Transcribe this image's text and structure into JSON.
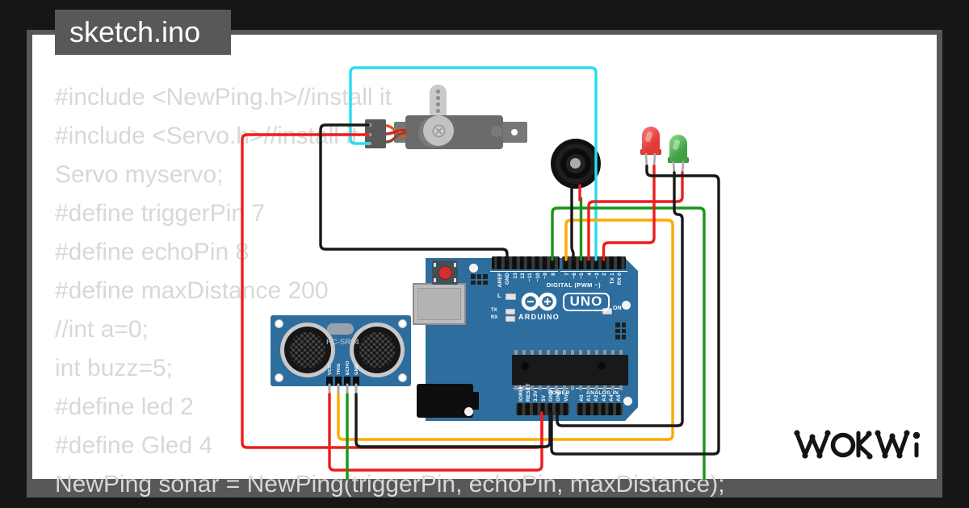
{
  "window": {
    "title": "sketch.ino"
  },
  "code": {
    "lines": [
      "#include <NewPing.h>//install it",
      "#include <Servo.h>//install it",
      "Servo myservo;",
      "#define triggerPin 7",
      "#define echoPin 8",
      "#define maxDistance 200",
      "//int a=0;",
      "int buzz=5;",
      "#define led 2",
      "#define Gled 4",
      "NewPing sonar = NewPing(triggerPin, echoPin, maxDistance);"
    ]
  },
  "board": {
    "brand": "ARDUINO",
    "model": "UNO",
    "digital_label": "DIGITAL (PWM ~)",
    "power_label": "POWER",
    "analog_label": "ANALOG IN",
    "on_label": "ON",
    "l_label": "L",
    "tx_label": "TX",
    "rx_label": "RX",
    "digital_pins_a": [
      "AREF",
      "GND",
      "13",
      "12",
      "~11",
      "~10",
      "~9",
      "8"
    ],
    "digital_pins_b": [
      "7",
      "~6",
      "~5",
      "4",
      "~3",
      "2",
      "TX 1",
      "RX 0"
    ],
    "power_pins": [
      "IOREF",
      "RESET",
      "3.3V",
      "5V",
      "GND",
      "GND",
      "Vin"
    ],
    "analog_pins": [
      "A0",
      "A1",
      "A2",
      "A3",
      "A4",
      "A5"
    ]
  },
  "sensor": {
    "label": "HC-SR04",
    "pins": [
      "VCC",
      "TRIG",
      "ECHO",
      "GND"
    ]
  },
  "logo": {
    "text": "WOKWI"
  },
  "palette": {
    "canvas": "#ffffff",
    "frame": "#161616",
    "frame_border": "#58585a",
    "title_bg": "#58585a",
    "code_text": "#d8d8d8",
    "board_blue": "#2e6e9e",
    "wire_red": "#ee1c1c",
    "wire_green": "#1a941a",
    "wire_orange": "#ffa800",
    "wire_cyan": "#26dff0",
    "wire_black": "#181818"
  }
}
